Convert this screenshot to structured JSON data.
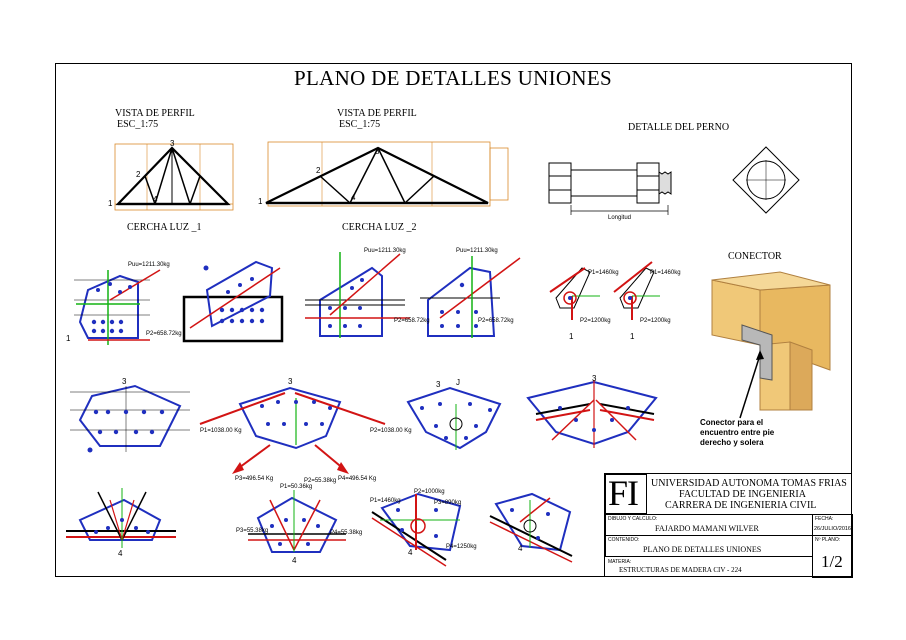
{
  "title": "PLANO DE DETALLES UNIONES",
  "views": [
    {
      "label": "VISTA DE PERFIL",
      "scale": "ESC_1:75",
      "caption": "CERCHA LUZ _1"
    },
    {
      "label": "VISTA DE PERFIL",
      "scale": "ESC_1:75",
      "caption": "CERCHA LUZ _2"
    }
  ],
  "truss_nodes": {
    "n1": "1",
    "n2": "2",
    "n3": "3",
    "n4": "4"
  },
  "bolt": {
    "title": "DETALLE DEL PERNO",
    "dimension": "Longitud"
  },
  "connector": {
    "title": "CONECTOR",
    "note_lines": [
      "Conector para el",
      "encuentro entre pie",
      "derecho y solera"
    ]
  },
  "joint_labels": {
    "j1_force_top": "Puu=1211.30kg",
    "j1_force_right": "P2=658.72kg",
    "j3_force_top": "Puu=1211.30kg",
    "j3_force_right": "P2=658.72kg",
    "j4_force_top": "Puu=1211.30kg",
    "j4_force_right": "P2=658.72kg",
    "b1_top": "P1=1460kg",
    "b1_bottom": "P2=1200kg",
    "b2_top": "P1=1460kg",
    "b2_bottom": "P2=1200kg",
    "m_left": "P1=1038.00 Kg",
    "m_right": "P2=1038.00 Kg",
    "m_bl": "P3=496.54 Kg",
    "m_br": "P4=496.54 Kg",
    "bot_c_top": "P2=1000kg",
    "bot_c_left": "P1=1460kg",
    "bot_c_right": "P3=890kg",
    "bot_c_low": "P4=1250kg",
    "bot_b_a": "P1=50.36kg",
    "bot_b_b": "P2=55.38kg",
    "bot_b_c": "P3=55.38kg",
    "bot_b_d": "P4=55.38kg",
    "n1": "1",
    "n3": "3",
    "n4": "4",
    "j": "J"
  },
  "title_block": {
    "logo": "FI",
    "university": "UNIVERSIDAD AUTONOMA TOMAS FRIAS",
    "faculty": "FACULTAD DE INGENIERIA",
    "career": "CARRERA DE INGENIERIA CIVIL",
    "drawn_caption": "DIBUJO Y CALCULO:",
    "drawn_by": "FAJARDO MAMANI WILVER",
    "date_caption": "FECHA:",
    "date": "26/JULIO/2016",
    "content_caption": "CONTENIDO:",
    "content": "PLANO DE DETALLES UNIONES",
    "sheet_caption": "Nº PLANO:",
    "sheet": "1/2",
    "subject_caption": "MATERIA:",
    "subject": "ESTRUCTURAS DE MADERA   CIV - 224"
  },
  "colors": {
    "blue": "#1f2fbf",
    "red": "#d21414",
    "green": "#13b313",
    "orange": "#d98a2b",
    "wood": "#f0c878"
  }
}
